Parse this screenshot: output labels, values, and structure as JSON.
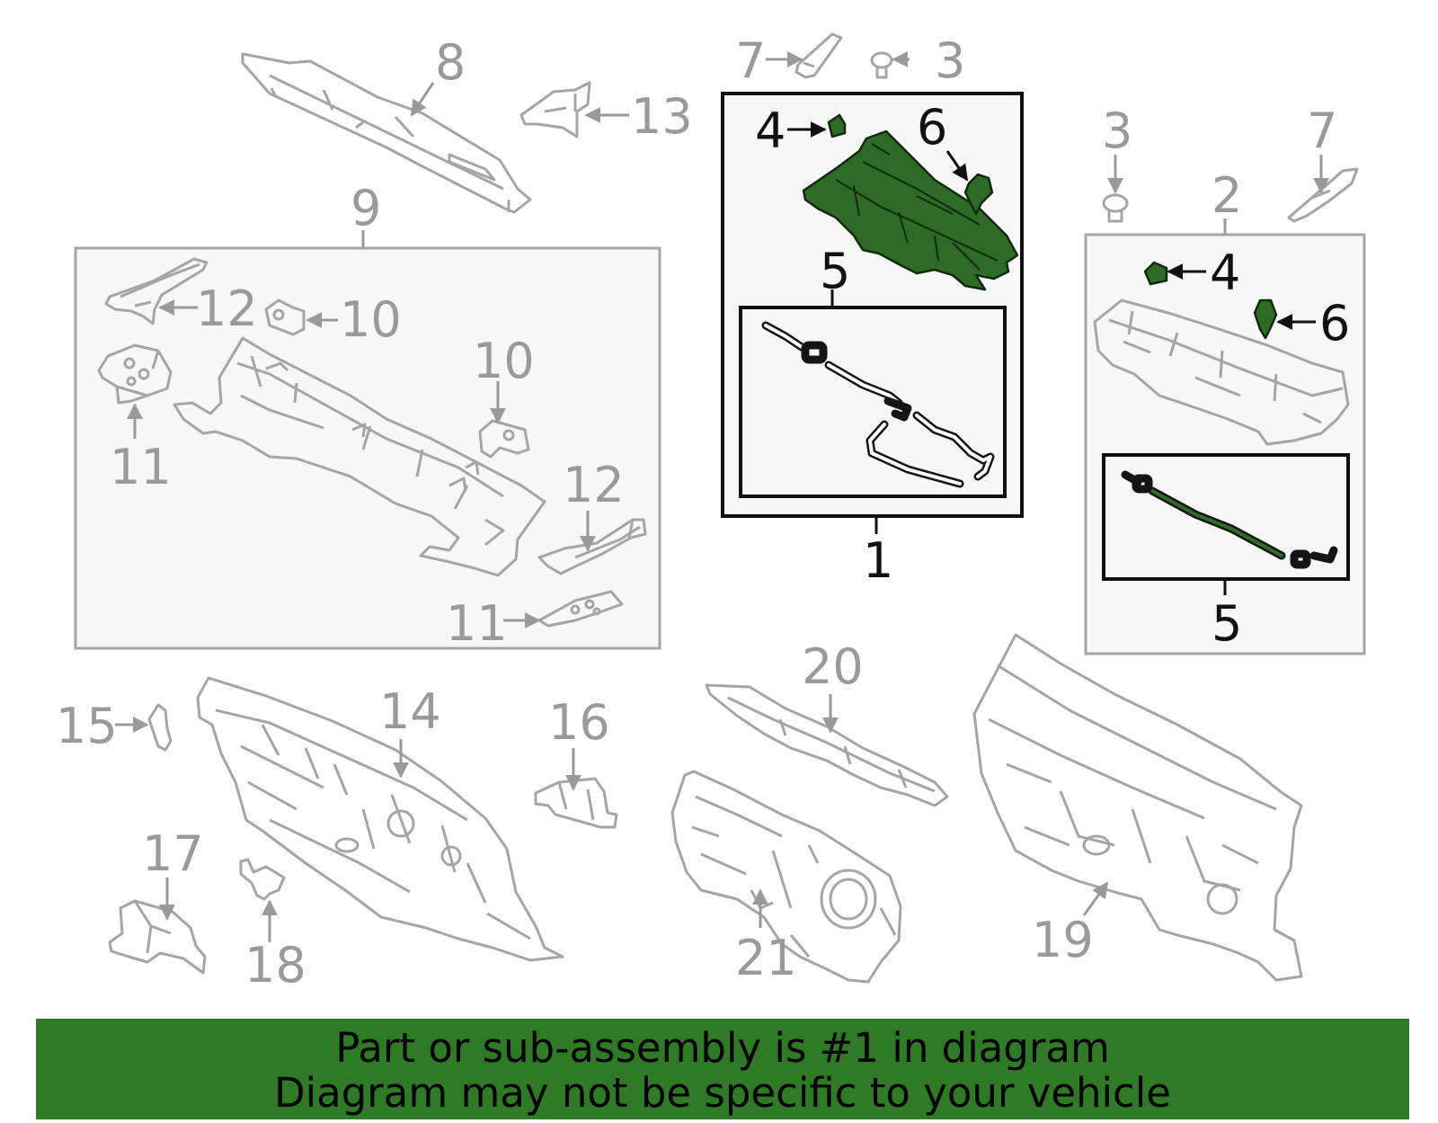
{
  "callouts": {
    "c1": "1",
    "c2": "2",
    "c3a": "3",
    "c3b": "3",
    "c4a": "4",
    "c4b": "4",
    "c5a": "5",
    "c5b": "5",
    "c6a": "6",
    "c6b": "6",
    "c7a": "7",
    "c7b": "7",
    "c8": "8",
    "c9": "9",
    "c10a": "10",
    "c10b": "10",
    "c11a": "11",
    "c11b": "11",
    "c12a": "12",
    "c12b": "12",
    "c13": "13",
    "c14": "14",
    "c15": "15",
    "c16": "16",
    "c17": "17",
    "c18": "18",
    "c19": "19",
    "c20": "20",
    "c21": "21"
  },
  "banner": {
    "line1": "Part or sub-assembly is #1 in diagram",
    "line2": "Diagram may not be specific to your vehicle"
  },
  "colors": {
    "highlight": "#2e7a25",
    "outline_gray": "#a5a5a5",
    "label_gray": "#9a9a9a"
  }
}
